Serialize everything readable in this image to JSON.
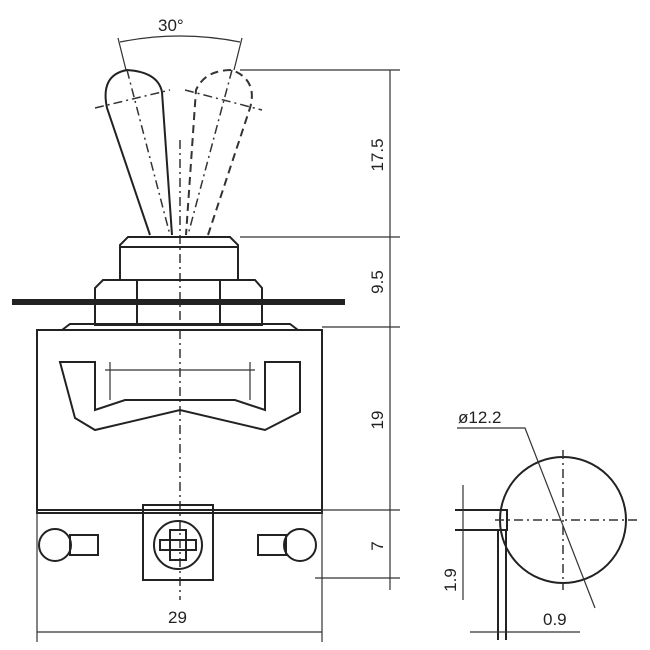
{
  "drawing": {
    "angle_label": "30°",
    "dimensions": {
      "lever_height": "17.5",
      "bushing_height": "9.5",
      "body_height": "19",
      "terminal_height": "7",
      "body_width": "29",
      "diameter": "ø12.2",
      "tab_height": "1.9",
      "tab_thickness": "0.9"
    }
  }
}
